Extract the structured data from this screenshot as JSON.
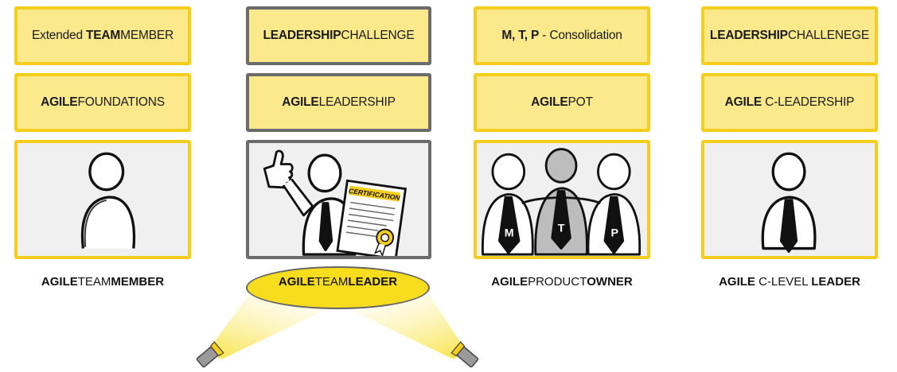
{
  "columns": [
    {
      "top_box": {
        "pre": "Extended ",
        "bold": "TEAM",
        "post": "MEMBER"
      },
      "middle_box": {
        "pre": "",
        "bold": "AGILE",
        "post": "FOUNDATIONS"
      },
      "role": {
        "b1": "AGILE",
        "n": "TEAM",
        "b2": "MEMBER"
      }
    },
    {
      "top_box": {
        "pre": "",
        "bold": "LEADERSHIP",
        "post": "CHALLENGE"
      },
      "middle_box": {
        "pre": "",
        "bold": "AGILE",
        "post": "LEADERSHIP"
      },
      "certificate": "CERTIFICATION",
      "role": {
        "b1": "AGILE",
        "n": "TEAM",
        "b2": "LEADER"
      }
    },
    {
      "top_box": {
        "pre": "",
        "bold": "M, T, P",
        "post": " - Consolidation"
      },
      "middle_box": {
        "pre": "",
        "bold": "AGILE",
        "post": "POT"
      },
      "tie_letters": [
        "M",
        "T",
        "P"
      ],
      "role": {
        "b1": "AGILE",
        "n": "PRODUCT",
        "b2": "OWNER"
      }
    },
    {
      "top_box": {
        "pre": "",
        "bold": "LEADERSHIP",
        "post": "CHALLENEGE"
      },
      "middle_box": {
        "pre": "",
        "bold": "AGILE",
        "post": " C-LEADERSHIP"
      },
      "role": {
        "b1": "AGILE",
        "n": " C-LEVEL ",
        "b2": "LEADER"
      }
    }
  ],
  "colors": {
    "yellow_fill": "#fbe98c",
    "yellow_border": "#f5cd1c",
    "grey_border": "#6b6b6b",
    "highlight": "#f8dc1e"
  }
}
